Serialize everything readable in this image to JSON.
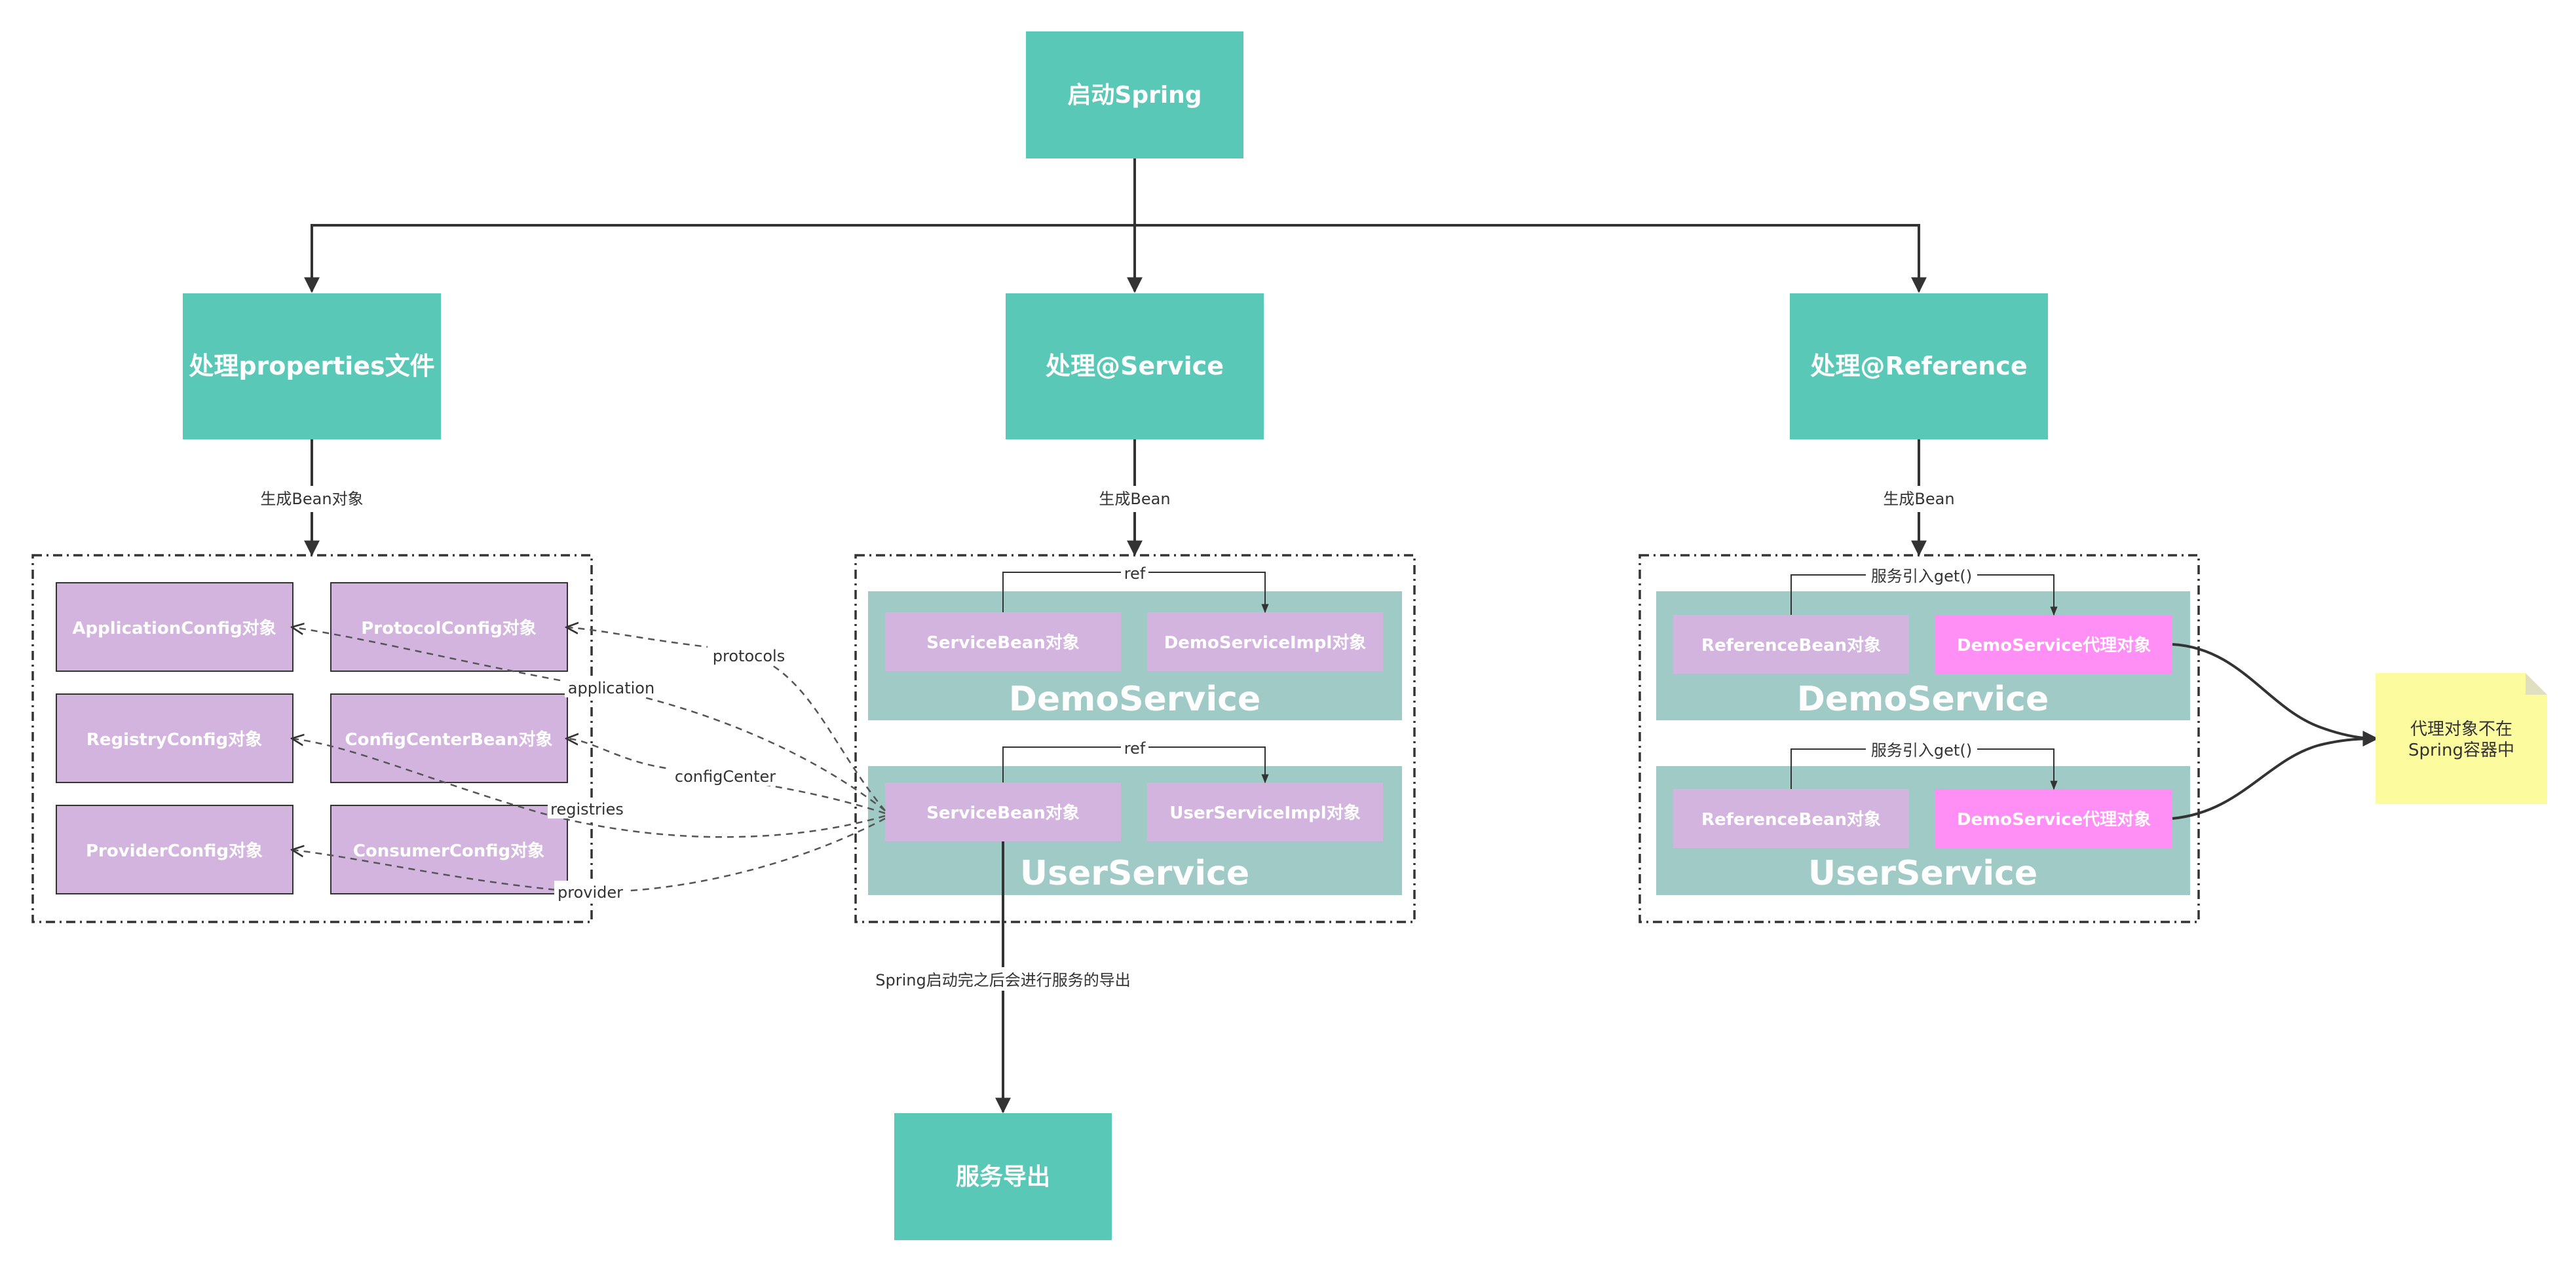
{
  "nodes": {
    "start": "启动Spring",
    "properties": "处理properties文件",
    "service": "处理@Service",
    "reference": "处理@Reference",
    "export": "服务导出",
    "note": [
      "代理对象不在",
      "Spring容器中"
    ]
  },
  "config_objects": {
    "application": "ApplicationConfig对象",
    "protocol": "ProtocolConfig对象",
    "registry": "RegistryConfig对象",
    "config_center": "ConfigCenterBean对象",
    "provider": "ProviderConfig对象",
    "consumer": "ConsumerConfig对象"
  },
  "service_groups": [
    {
      "title": "DemoService",
      "bean": "ServiceBean对象",
      "impl": "DemoServiceImpl对象",
      "link": "ref"
    },
    {
      "title": "UserService",
      "bean": "ServiceBean对象",
      "impl": "UserServiceImpl对象",
      "link": "ref"
    }
  ],
  "reference_groups": [
    {
      "title": "DemoService",
      "bean": "ReferenceBean对象",
      "proxy": "DemoService代理对象",
      "link": "服务引入get()"
    },
    {
      "title": "UserService",
      "bean": "ReferenceBean对象",
      "proxy": "DemoService代理对象",
      "link": "服务引入get()"
    }
  ],
  "edges": {
    "gen_bean_object": "生成Bean对象",
    "gen_bean_service": "生成Bean",
    "gen_bean_reference": "生成Bean",
    "protocols": "protocols",
    "application": "application",
    "config_center": "configCenter",
    "registries": "registries",
    "provider": "provider",
    "export_note": "Spring启动完之后会进行服务的导出"
  },
  "colors": {
    "teal": "#5ac8b7",
    "group_bg": "#9fcac6",
    "purple": "#d2b4df",
    "pink": "#ff8ef5",
    "note": "#fcfc9f"
  }
}
